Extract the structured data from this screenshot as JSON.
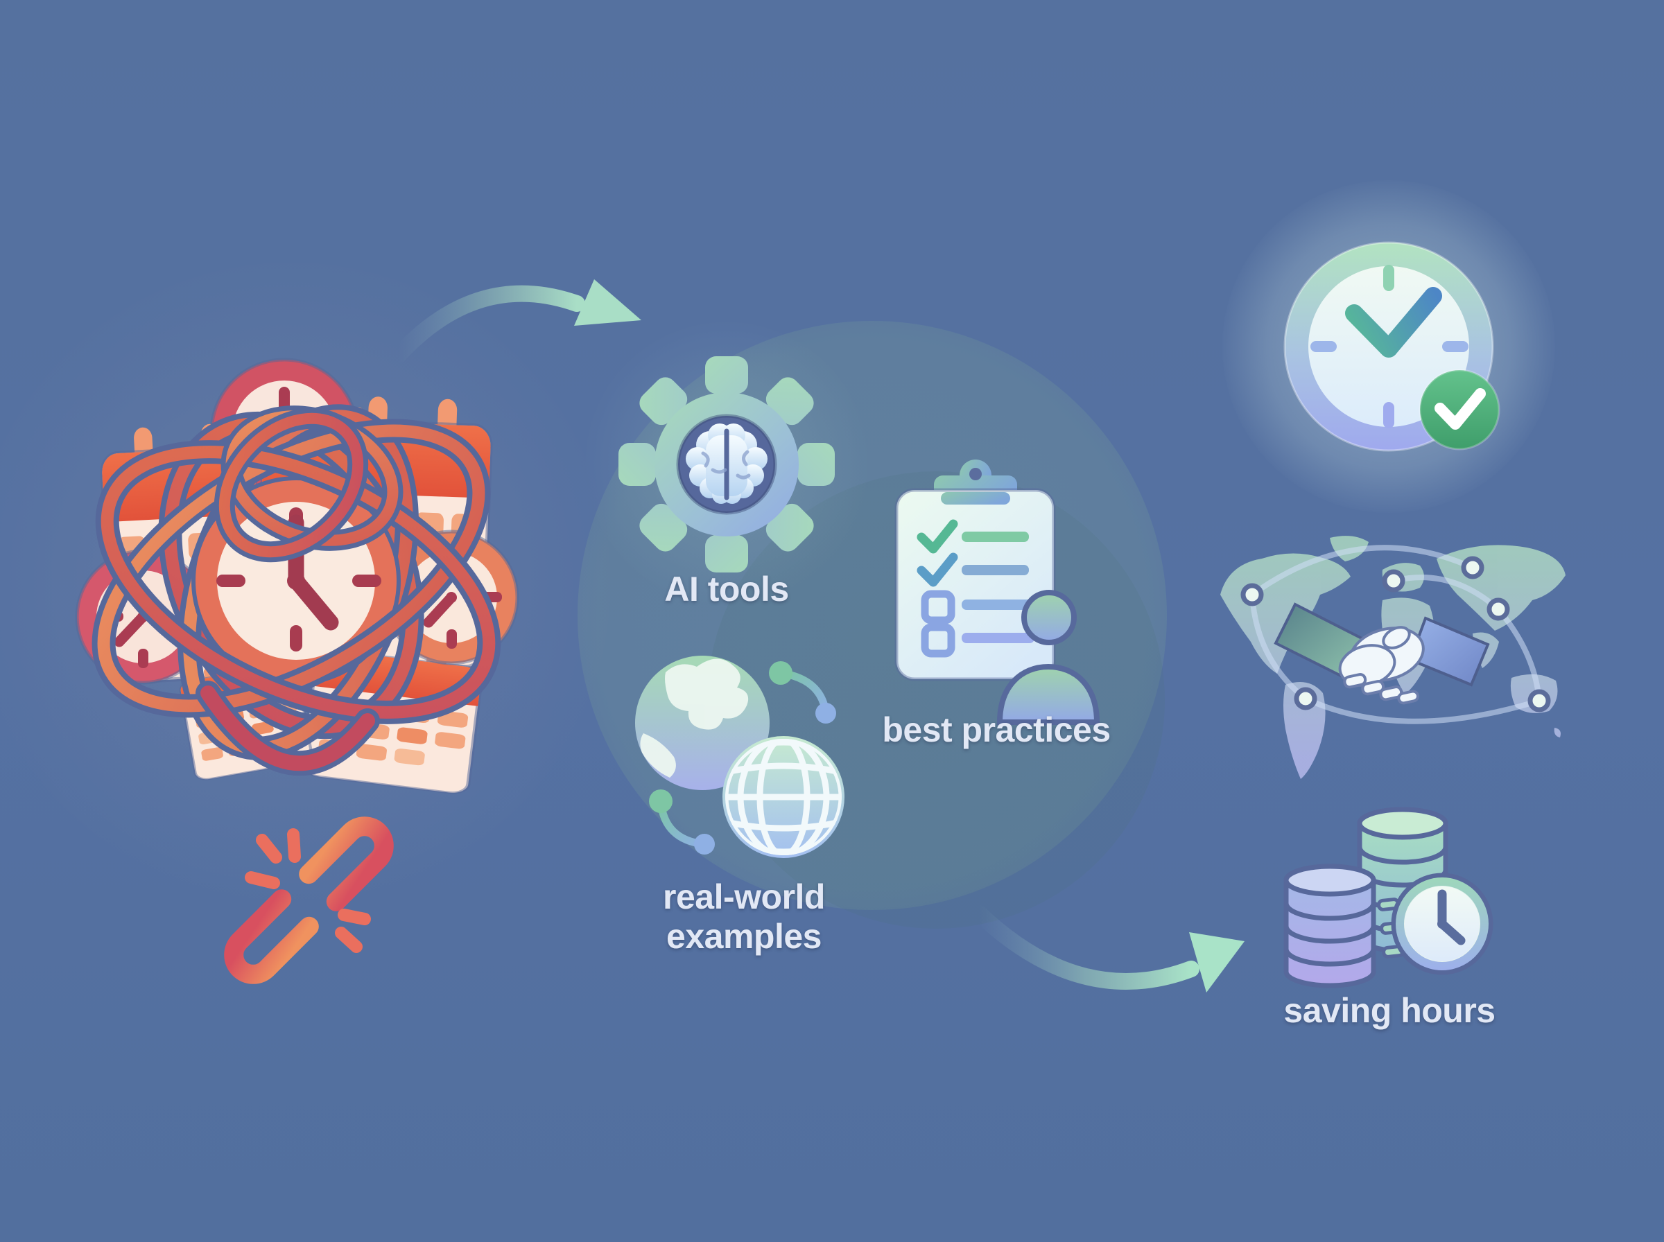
{
  "illustration": {
    "background_color": "#5571a1",
    "labels": {
      "ai_tools": "AI tools",
      "best_practices": "best practices",
      "real_world_line1": "real-world",
      "real_world_line2": "examples",
      "saving_hours": "saving hours"
    },
    "icons": [
      {
        "name": "tangled-calendars-clocks-icon"
      },
      {
        "name": "broken-link-icon"
      },
      {
        "name": "arrow-curved-right-icon"
      },
      {
        "name": "gear-brain-icon"
      },
      {
        "name": "checklist-person-icon"
      },
      {
        "name": "globes-network-icon"
      },
      {
        "name": "clock-checkmark-icon"
      },
      {
        "name": "world-map-handshake-icon"
      },
      {
        "name": "coins-clock-icon"
      },
      {
        "name": "arrow-swoosh-right-icon"
      }
    ],
    "colors": {
      "accent_mint": "#a9dec6",
      "accent_periwinkle": "#93a9e9",
      "accent_coral": "#e4725a",
      "accent_crimson": "#cf5062",
      "badge_green": "#4aa873",
      "slate_outline": "#56689b",
      "label_text": "#e2e8f5"
    }
  }
}
